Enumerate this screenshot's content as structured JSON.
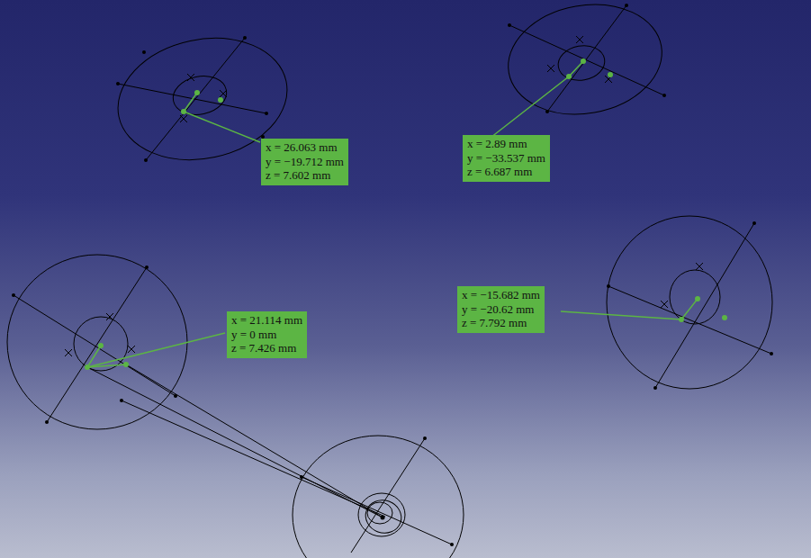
{
  "diagram": {
    "nodes": [
      {
        "text": [
          "x = 26.063 mm",
          "y = −19.712 mm",
          "z = 7.602 mm"
        ]
      },
      {
        "text": [
          "x = 2.89 mm",
          "y = −33.537 mm",
          "z = 6.687 mm"
        ]
      },
      {
        "text": [
          "x = −15.682 mm",
          "y = −20.62 mm",
          "z = 7.792 mm"
        ]
      },
      {
        "text": [
          "x = 21.114 mm",
          "y = 0 mm",
          "z = 7.426 mm"
        ]
      }
    ]
  }
}
